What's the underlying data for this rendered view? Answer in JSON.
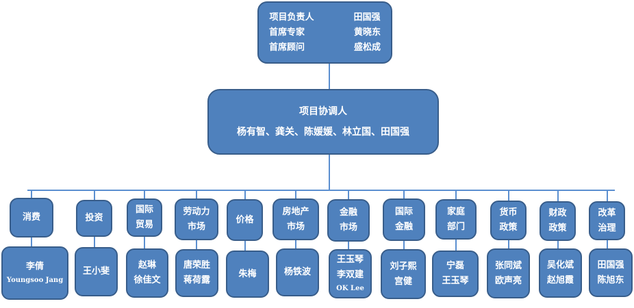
{
  "leadership": {
    "rows": [
      {
        "role": "项目负责人",
        "name": "田国强"
      },
      {
        "role": "首席专家",
        "name": "黄晓东"
      },
      {
        "role": "首席顾问",
        "name": "盛松成"
      }
    ]
  },
  "coordinator": {
    "title": "项目协调人",
    "names": "杨有智、龚关、陈媛媛、林立国、田国强"
  },
  "columns": [
    {
      "topic": [
        "消费"
      ],
      "members": [
        "李倩"
      ],
      "members_latin": "Youngsoo Jang"
    },
    {
      "topic": [
        "投资"
      ],
      "members": [
        "王小斐"
      ]
    },
    {
      "topic": [
        "国际",
        "贸易"
      ],
      "members": [
        "赵琳",
        "徐佳文"
      ]
    },
    {
      "topic": [
        "劳动力",
        "市场"
      ],
      "members": [
        "唐荣胜",
        "蒋荷露"
      ]
    },
    {
      "topic": [
        "价格"
      ],
      "members": [
        "朱梅"
      ]
    },
    {
      "topic": [
        "房地产",
        "市场"
      ],
      "members": [
        "杨铁波"
      ]
    },
    {
      "topic": [
        "金融",
        "市场"
      ],
      "members": [
        "王玉琴",
        "李双建"
      ],
      "members_latin": "OK Lee"
    },
    {
      "topic": [
        "国际",
        "金融"
      ],
      "members": [
        "刘子熙",
        "宫健"
      ]
    },
    {
      "topic": [
        "家庭",
        "部门"
      ],
      "members": [
        "宁磊",
        "王玉琴"
      ]
    },
    {
      "topic": [
        "货币",
        "政策"
      ],
      "members": [
        "张同斌",
        "欧声亮"
      ]
    },
    {
      "topic": [
        "财政",
        "政策"
      ],
      "members": [
        "吴化斌",
        "赵旭霞"
      ]
    },
    {
      "topic": [
        "改革",
        "治理"
      ],
      "members": [
        "田国强",
        "陈旭东"
      ]
    }
  ]
}
